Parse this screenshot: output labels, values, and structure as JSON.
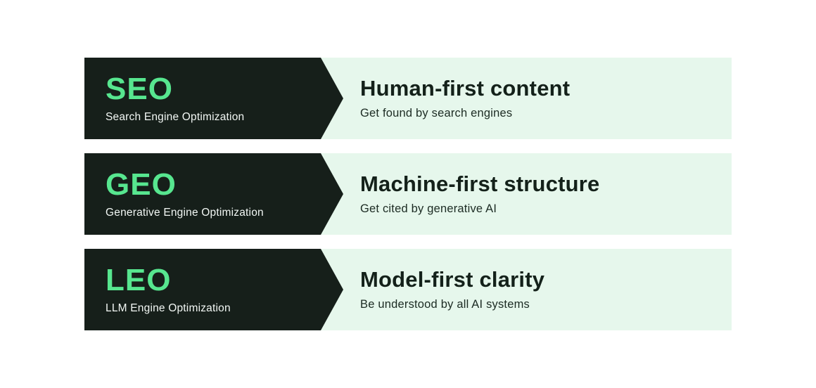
{
  "colors": {
    "dark_block": "#161f1a",
    "accent_green": "#57e68f",
    "light_panel": "#e6f7ec",
    "heading_text": "#14211a",
    "background": "#ffffff"
  },
  "rows": [
    {
      "acronym": "SEO",
      "full_name": "Search Engine Optimization",
      "title": "Human-first content",
      "description": "Get found by search engines"
    },
    {
      "acronym": "GEO",
      "full_name": "Generative Engine Optimization",
      "title": "Machine-first structure",
      "description": "Get cited by generative AI"
    },
    {
      "acronym": "LEO",
      "full_name": "LLM Engine Optimization",
      "title": "Model-first clarity",
      "description": "Be understood by all AI systems"
    }
  ]
}
